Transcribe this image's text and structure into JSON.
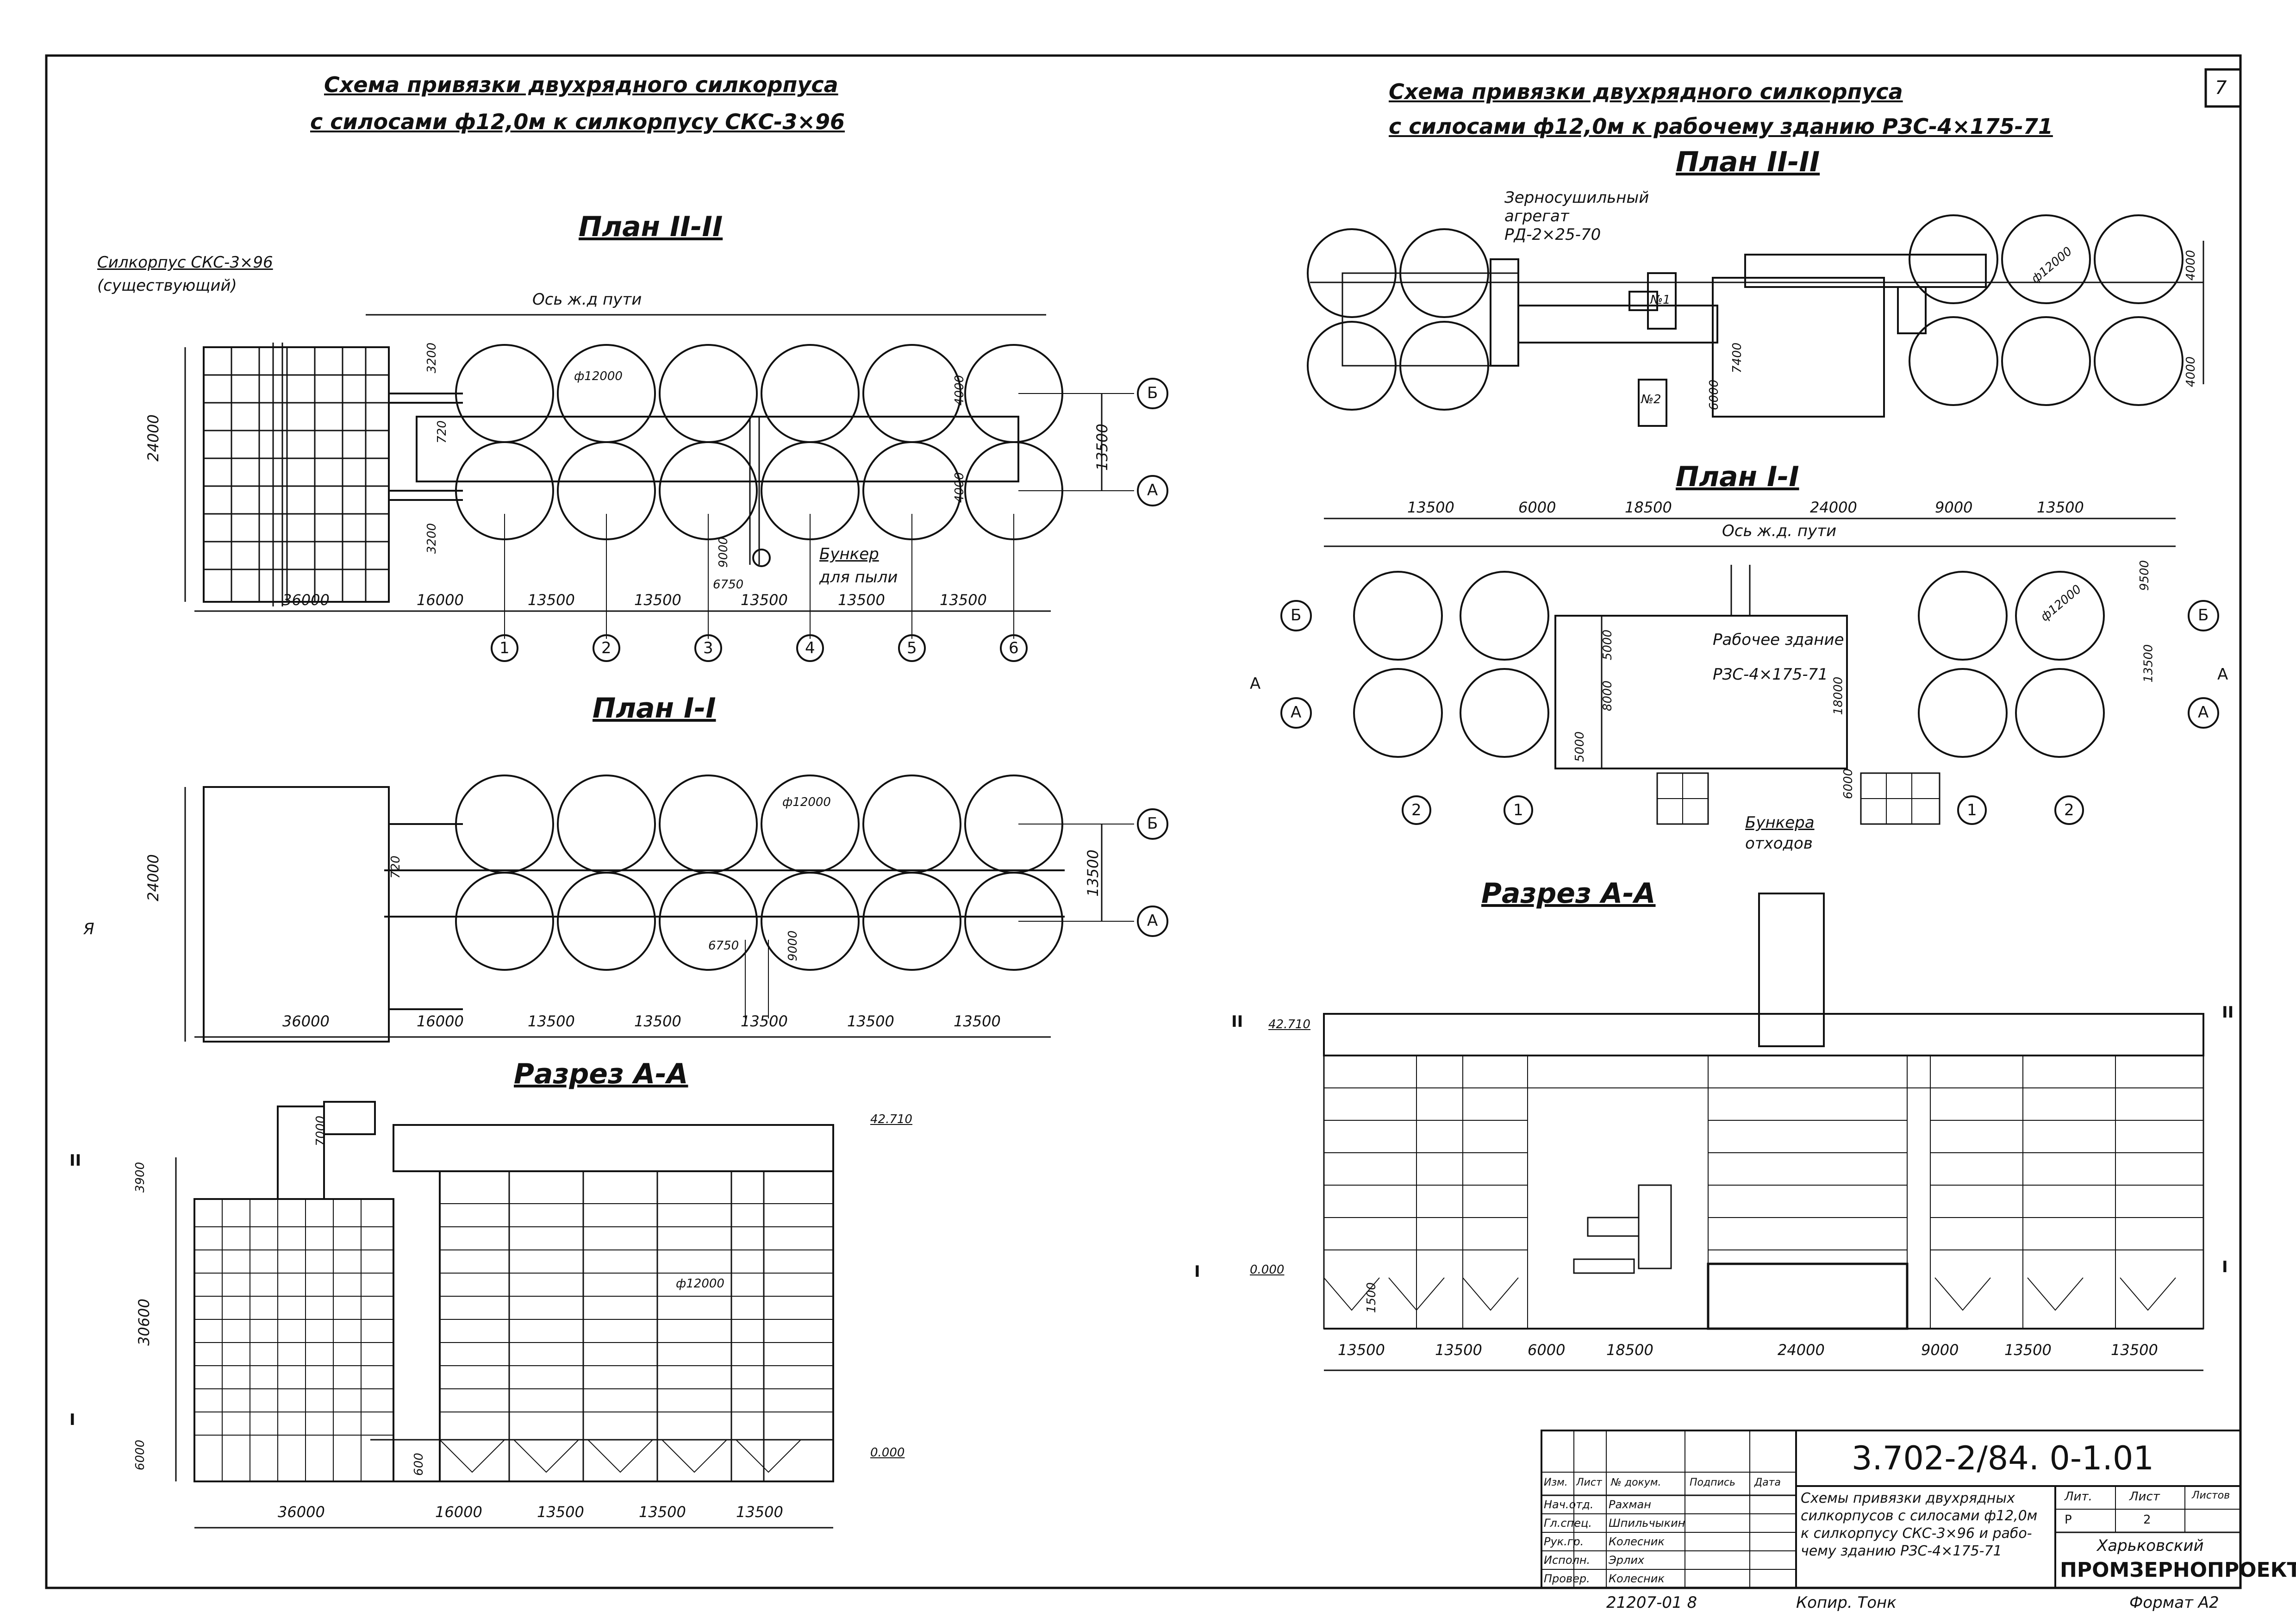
{
  "sheet_number": "7",
  "format_label": "Формат А2",
  "inventory": "21207-01  8",
  "copy_label": "Копир. Тонк",
  "left": {
    "title_line1": "Схема привязки двухрядного силкорпуса",
    "title_line2": "с силосами ф12,0м к силкорпусу СКС-3×96",
    "plan2": {
      "heading": "План II-II",
      "existing_label_1": "Силкорпус СКС-3×96",
      "existing_label_2": "(существующий)",
      "rail_axis": "Ось ж.д пути",
      "bunker_label_1": "Бункер",
      "bunker_label_2": "для пыли",
      "dims_horizontal": [
        "36000",
        "16000",
        "13500",
        "13500",
        "13500",
        "13500",
        "13500"
      ],
      "dims_vertical": [
        "24000",
        "3200",
        "720",
        "3200",
        "13500",
        "9000",
        "6750",
        "4000",
        "4000"
      ],
      "diameter": "ф12000",
      "axes_numbers": [
        "1",
        "2",
        "3",
        "4",
        "5",
        "6"
      ],
      "axes_letters": [
        "Б",
        "А"
      ]
    },
    "plan1": {
      "heading": "План I-I",
      "dims_horizontal": [
        "36000",
        "16000",
        "13500",
        "13500",
        "13500",
        "13500",
        "13500"
      ],
      "dims_vertical": [
        "24000",
        "720",
        "13500",
        "6750",
        "9000"
      ],
      "diameter": "ф12000",
      "cut_mark": "Я",
      "axes_letters": [
        "Б",
        "А"
      ]
    },
    "section": {
      "heading": "Разрез А-А",
      "elevations": [
        "42.710",
        "0.000"
      ],
      "level_marks": [
        "II",
        "I"
      ],
      "dims_vertical": [
        "7000",
        "3900",
        "30600",
        "6000",
        "600"
      ],
      "dims_horizontal": [
        "36000",
        "16000",
        "13500",
        "13500",
        "13500"
      ],
      "diameter": "ф12000"
    }
  },
  "right": {
    "title_line1": "Схема привязки двухрядного силкорпуса",
    "title_line2": "с силосами ф12,0м к рабочему зданию РЗС-4×175-71",
    "plan2": {
      "heading": "План II-II",
      "dryer_1": "Зерносушильный",
      "dryer_2": "агрегат",
      "dryer_3": "РД-2×25-70",
      "n1": "№1",
      "n2": "№2",
      "dims_vertical": [
        "4000",
        "7400",
        "6000",
        "4000",
        "4000"
      ],
      "diameter": "ф12000"
    },
    "plan1": {
      "heading": "План I-I",
      "rail_axis": "Ось ж.д. пути",
      "building_1": "Рабочее здание",
      "building_2": "РЗС-4×175-71",
      "waste_1": "Бункера",
      "waste_2": "отходов",
      "dims_top": [
        "13500",
        "6000",
        "18500",
        "24000",
        "9000",
        "13500"
      ],
      "dims_vertical": [
        "5000",
        "8000",
        "5000",
        "18000",
        "6000",
        "9500",
        "13500"
      ],
      "diameter": "ф12000",
      "axes_letters": [
        "Б",
        "А"
      ],
      "axes_numbers": [
        "2",
        "1",
        "1",
        "2"
      ],
      "cut_mark": "А"
    },
    "section": {
      "heading": "Разрез А-А",
      "elevations": [
        "42.710",
        "0.000"
      ],
      "level_marks": [
        "II",
        "I"
      ],
      "dims_vertical": [
        "1500"
      ],
      "dims_horizontal": [
        "13500",
        "13500",
        "6000",
        "18500",
        "24000",
        "9000",
        "13500",
        "13500"
      ]
    }
  },
  "stamp": {
    "code": "3.702-2/84. 0-1.01",
    "columns": [
      "Изм.",
      "Лист",
      "№ докум.",
      "Подпись",
      "Дата"
    ],
    "people": [
      {
        "role": "Нач.отд.",
        "name": "Рахман"
      },
      {
        "role": "Гл.спец.",
        "name": "Шпильчыкин"
      },
      {
        "role": "Рук.гр.",
        "name": "Колесник"
      },
      {
        "role": "Исполн.",
        "name": "Эрлих"
      },
      {
        "role": "Провер.",
        "name": "Колесник"
      }
    ],
    "description": [
      "Схемы привязки двухрядных",
      "силкорпусов с силосами ф12,0м",
      "к силкорпусу СКС-3×96 и рабо-",
      "чему зданию РЗС-4×175-71"
    ],
    "stage_header": "Лит.",
    "sheet_header": "Лист",
    "sheets_header": "Листов",
    "stage": "Р",
    "sheet": "2",
    "org_1": "Харьковский",
    "org_2": "ПРОМЗЕРНОПРОЕКТ"
  }
}
